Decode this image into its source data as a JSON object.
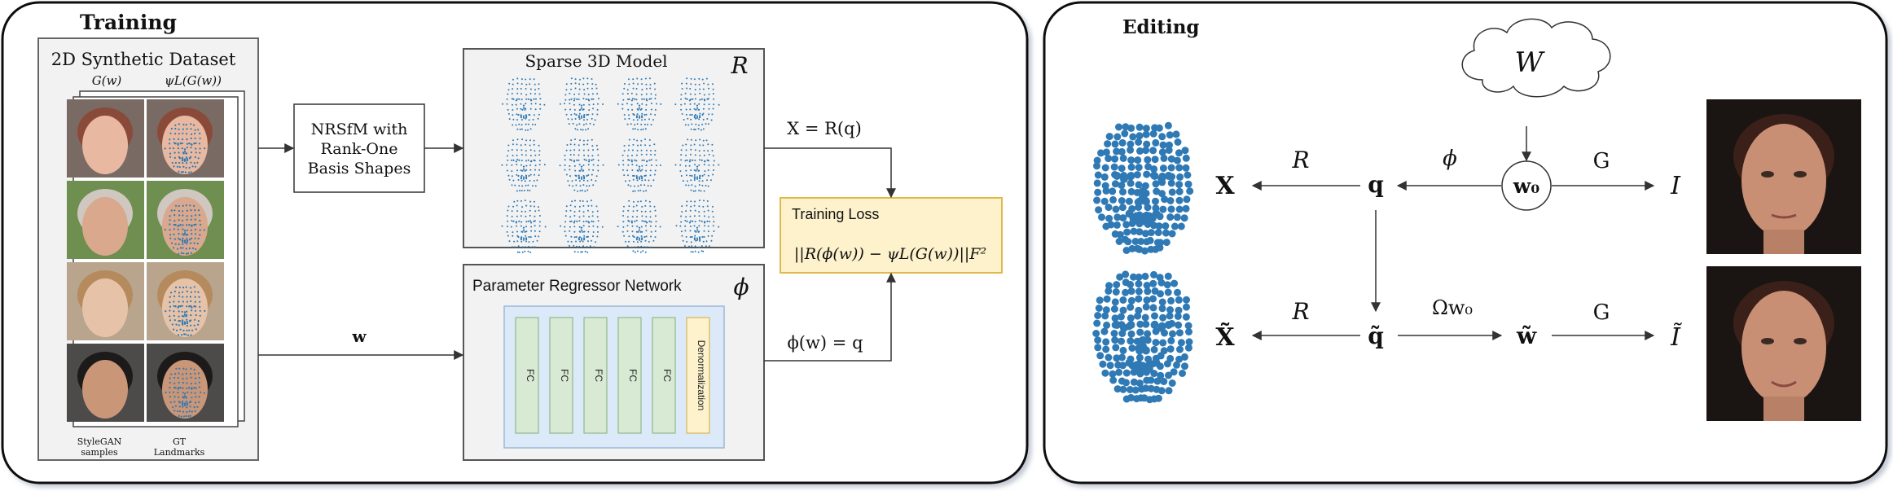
{
  "panels": {
    "training": {
      "title": "Training"
    },
    "editing": {
      "title": "Editing"
    }
  },
  "training": {
    "dataset": {
      "title": "2D Synthetic Dataset",
      "col1_header": "G(w)",
      "col2_header": "ψL(G(w))",
      "footer1": [
        "StyleGAN",
        "samples"
      ],
      "footer2": [
        "GT",
        "Landmarks"
      ]
    },
    "nrsfm": {
      "lines": [
        "NRSfM with",
        "Rank-One",
        "Basis Shapes"
      ]
    },
    "sparse_model": {
      "title": "Sparse 3D Model",
      "symbol": "R"
    },
    "regressor": {
      "title": "Parameter Regressor Network",
      "symbol": "ϕ",
      "layers": [
        "FC",
        "FC",
        "FC",
        "FC",
        "FC"
      ],
      "norm_layer": "Denormalization"
    },
    "loss": {
      "title": "Training Loss",
      "formula": "||R(ϕ(w)) − ψL(G(w))||F²"
    },
    "edges": {
      "w": "w",
      "x_eq": "X = R(q)",
      "phi_eq": "ϕ(w) = q"
    }
  },
  "editing": {
    "cloud_label": "W",
    "w0": "w₀",
    "nodes": {
      "X": "X",
      "q": "q",
      "I": "I",
      "Xt": "X̃",
      "qt": "q̃",
      "wt": "w̃",
      "It": "Ĩ"
    },
    "edges": {
      "R1": "R",
      "phi": "ϕ",
      "G1": "G",
      "R2": "R",
      "omega": "Ωw₀",
      "G2": "G"
    }
  },
  "colors": {
    "point_blue": "#2f79b5",
    "loss_fill": "#fdf2cc",
    "loss_border": "#e0b94a",
    "net_fill": "#dce9f8",
    "fc_fill": "#d8ead3",
    "norm_fill": "#fdf2cc"
  }
}
